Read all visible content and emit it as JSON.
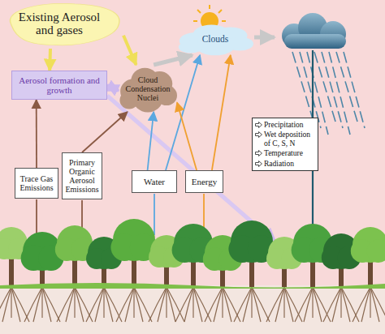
{
  "diagram": {
    "nodes": [
      {
        "text": [
          "Existing Aerosol and gases"
        ]
      },
      {
        "text": [
          "Aerosol formation and growth"
        ]
      },
      {
        "text": [
          "Cloud Condensation Nuclei"
        ]
      },
      {
        "text": [
          "Clouds"
        ]
      },
      {
        "text": [
          "Precipitation",
          "Wet deposition of C, S, N",
          "Temperature",
          "Radiation"
        ]
      },
      {
        "text": [
          "Trace Gas Emissions"
        ]
      },
      {
        "text": [
          "Primary Organic Aerosol Emissions"
        ]
      },
      {
        "text": [
          "Water"
        ]
      },
      {
        "text": [
          "Energy"
        ]
      }
    ],
    "edges": [
      {
        "from": 0,
        "to": 1,
        "arrow": "to"
      },
      {
        "from": 0,
        "to": 2,
        "arrow": "to"
      },
      {
        "from": 1,
        "to": 2,
        "arrow": "both"
      },
      {
        "from": 2,
        "to": 3,
        "arrow": "to"
      },
      {
        "from": 5,
        "to": 1,
        "arrow": "to"
      },
      {
        "from": 6,
        "to": 2,
        "arrow": "to"
      },
      {
        "from": 7,
        "to": 2,
        "arrow": "to"
      },
      {
        "from": 7,
        "to": 3,
        "arrow": "to"
      },
      {
        "from": 8,
        "to": 2,
        "arrow": "to"
      },
      {
        "from": 8,
        "to": 3,
        "arrow": "to"
      }
    ]
  }
}
